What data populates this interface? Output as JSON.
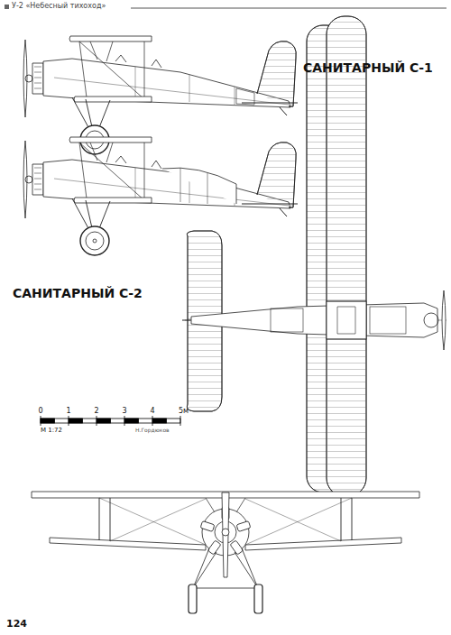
{
  "diagram": {
    "title": "У-2 «Небесный тихоход»",
    "labels": [
      "САНИТАРНЫЙ С-1",
      "САНИТАРНЫЙ С-2",
      "0",
      "1",
      "2",
      "3",
      "4",
      "5м",
      "М 1:72",
      "Н.Гордюков",
      "124"
    ]
  }
}
